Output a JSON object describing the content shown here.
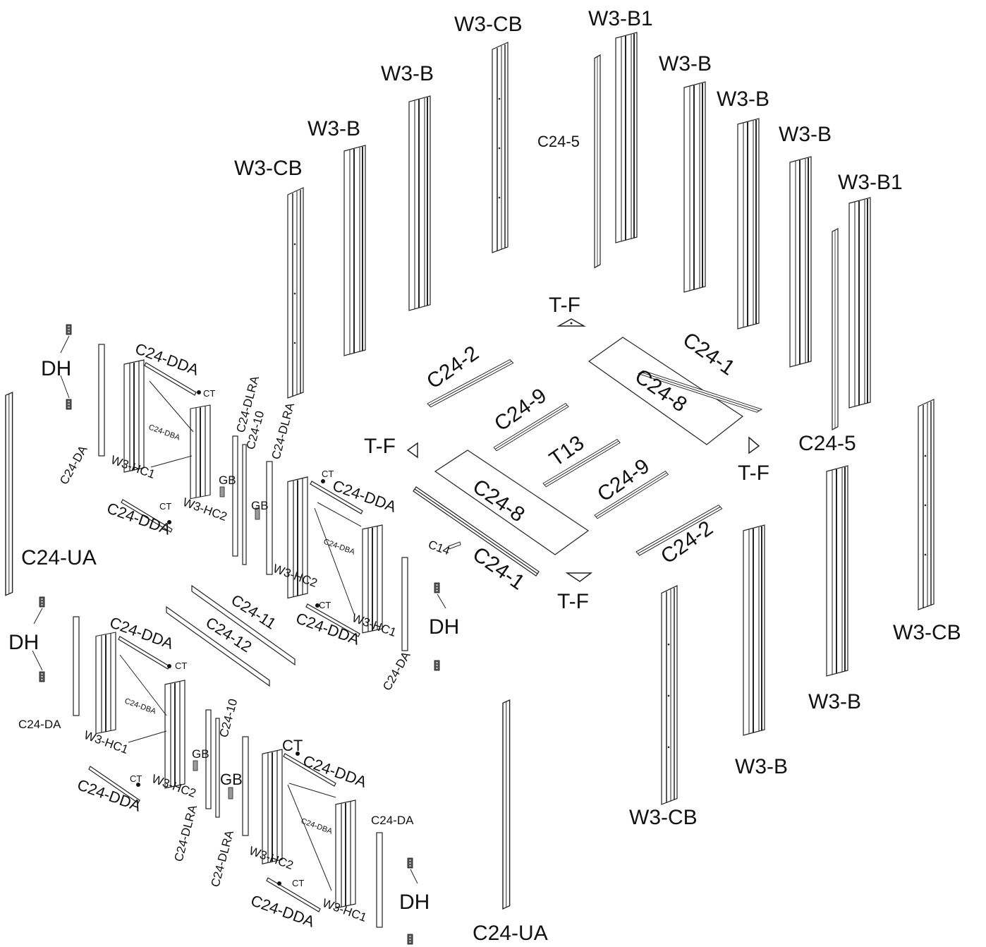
{
  "labels": {
    "w3cb_a": "W3-CB",
    "w3b1_a": "W3-B1",
    "w3b_a": "W3-B",
    "w3b_b": "W3-B",
    "w3b_c": "W3-B",
    "w3b_d": "W3-B",
    "w3b1_b": "W3-B1",
    "w3b_e": "W3-B",
    "w3cb_b": "W3-CB",
    "c245_a": "C24-5",
    "c245_b": "C24-5",
    "tf_a": "T-F",
    "tf_b": "T-F",
    "tf_c": "T-F",
    "tf_d": "T-F",
    "c241_a": "C24-1",
    "c241_b": "C24-1",
    "c242_a": "C24-2",
    "c242_b": "C24-2",
    "c248_a": "C24-8",
    "c248_b": "C24-8",
    "c249_a": "C24-9",
    "c249_b": "C24-9",
    "t13": "T13",
    "c14": "C14",
    "w3cb_c": "W3-CB",
    "w3b_f": "W3-B",
    "w3b_g": "W3-B",
    "w3cb_d": "W3-CB",
    "dh_a": "DH",
    "dh_b": "DH",
    "dh_c": "DH",
    "dh_d": "DH",
    "c24ua_a": "C24-UA",
    "c24ua_b": "C24-UA",
    "c24dda_a": "C24-DDA",
    "c24dda_b": "C24-DDA",
    "c24dda_c": "C24-DDA",
    "c24dda_d": "C24-DDA",
    "c24dda_e": "C24-DDA",
    "c24dda_f": "C24-DDA",
    "c24dda_g": "C24-DDA",
    "c24dda_h": "C24-DDA",
    "ct_a": "CT",
    "ct_b": "CT",
    "ct_c": "CT",
    "ct_d": "CT",
    "ct_e": "CT",
    "ct_f": "CT",
    "ct_g": "CT",
    "ct_h": "CT",
    "c24dba_a": "C24-DBA",
    "c24dba_b": "C24-DBA",
    "c24dba_c": "C24-DBA",
    "c24dba_d": "C24-DBA",
    "c24da_a": "C24-DA",
    "c24da_b": "C24-DA",
    "c24da_c": "C24-DA",
    "c24da_d": "C24-DA",
    "w3hc1_a": "W3-HC1",
    "w3hc1_b": "W3-HC1",
    "w3hc1_c": "W3-HC1",
    "w3hc1_d": "W3-HC1",
    "w3hc2_a": "W3-HC2",
    "w3hc2_b": "W3-HC2",
    "w3hc2_c": "W3-HC2",
    "w3hc2_d": "W3-HC2",
    "gb_a": "GB",
    "gb_b": "GB",
    "gb_c": "GB",
    "gb_d": "GB",
    "c24dlra_a": "C24-DLRA",
    "c24dlra_b": "C24-DLRA",
    "c24dlra_c": "C24-DLRA",
    "c24dlra_d": "C24-DLRA",
    "c2410_a": "C24-10",
    "c2410_b": "C24-10",
    "c2411": "C24-11",
    "c2412": "C24-12"
  }
}
